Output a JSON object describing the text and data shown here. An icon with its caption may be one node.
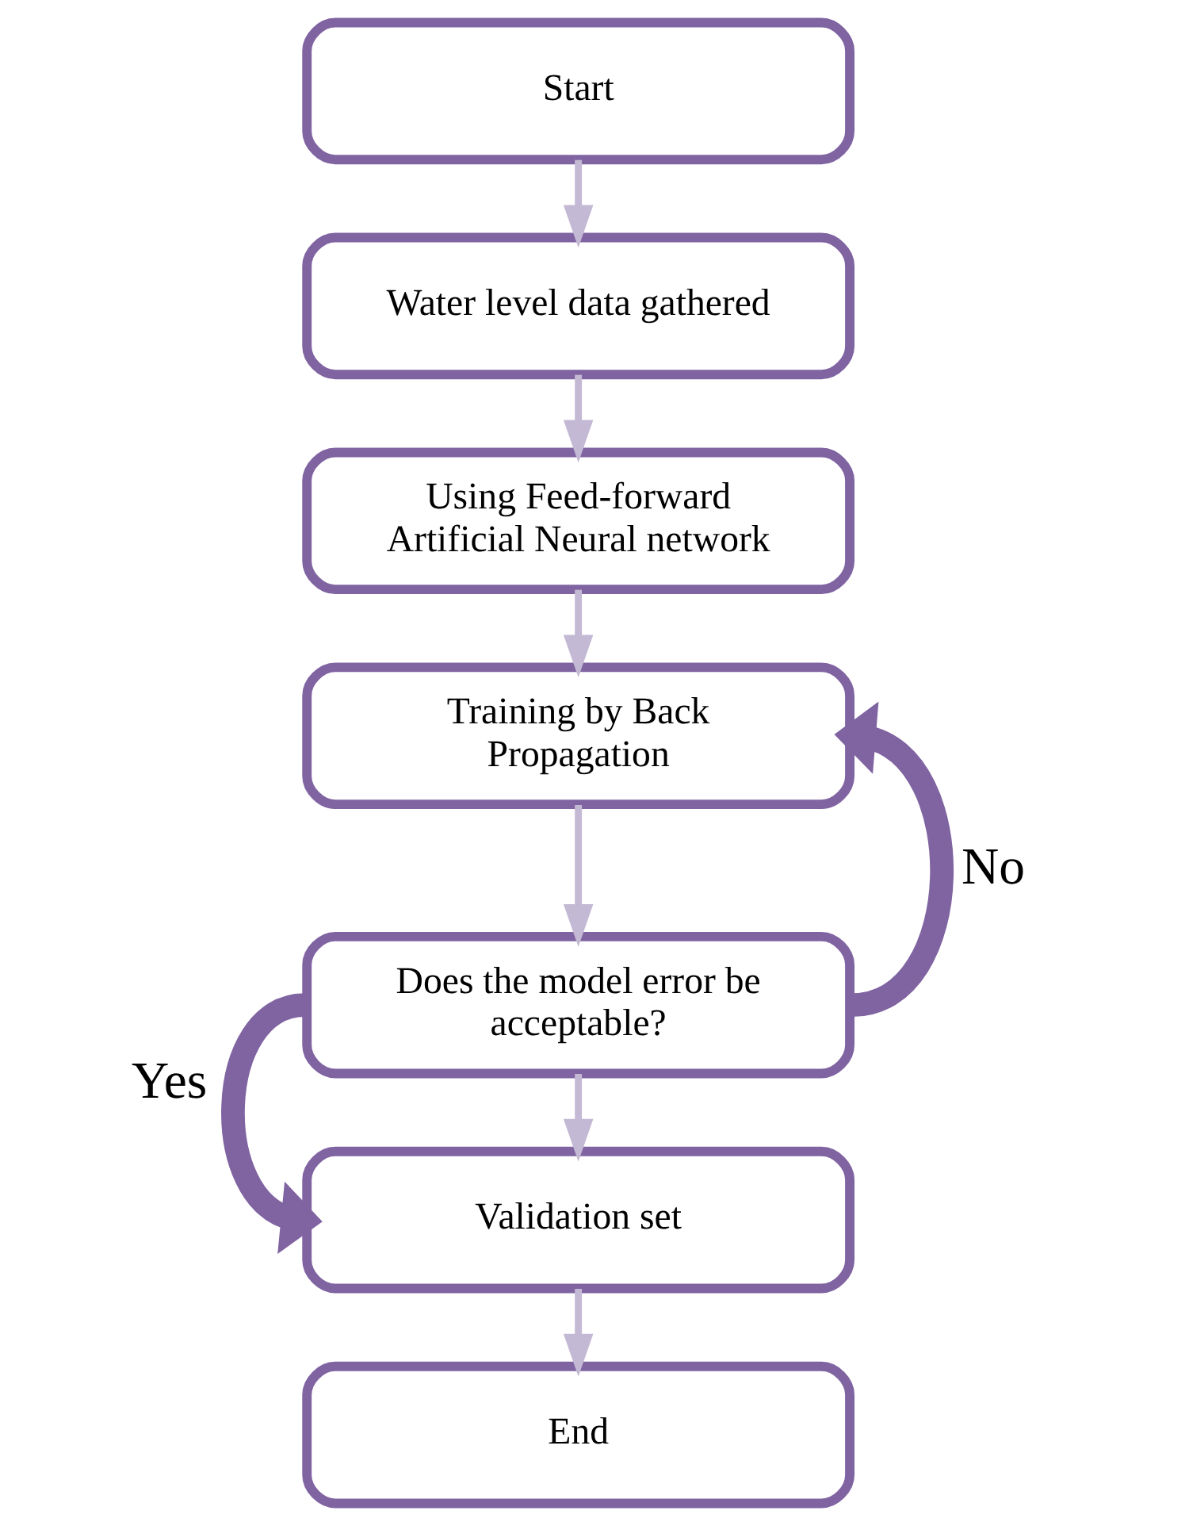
{
  "diagram": {
    "nodes": [
      {
        "text": [
          "Start"
        ]
      },
      {
        "text": [
          "Water level data gathered"
        ]
      },
      {
        "text": [
          "Using Feed-forward Artificial Neural network"
        ]
      },
      {
        "text": [
          "Training by Back Propagation"
        ]
      },
      {
        "text": [
          "Does the model error be acceptable?"
        ]
      },
      {
        "text": [
          "Validation set"
        ]
      },
      {
        "text": [
          "End"
        ]
      }
    ],
    "edges": [
      {
        "from": 0,
        "to": 1,
        "arrow": "to"
      },
      {
        "from": 1,
        "to": 2,
        "arrow": "to"
      },
      {
        "from": 2,
        "to": 3,
        "arrow": "to"
      },
      {
        "from": 3,
        "to": 4,
        "arrow": "to"
      },
      {
        "from": 4,
        "to": 5,
        "arrow": "to"
      },
      {
        "from": 5,
        "to": 6,
        "arrow": "to"
      },
      {
        "from": 4,
        "to": 3,
        "arrow": "to",
        "label": "No",
        "style": "thick",
        "color": "#8064a2"
      },
      {
        "from": 4,
        "to": 5,
        "arrow": "to",
        "label": "Yes",
        "style": "thick",
        "color": "#8064a2"
      }
    ]
  }
}
